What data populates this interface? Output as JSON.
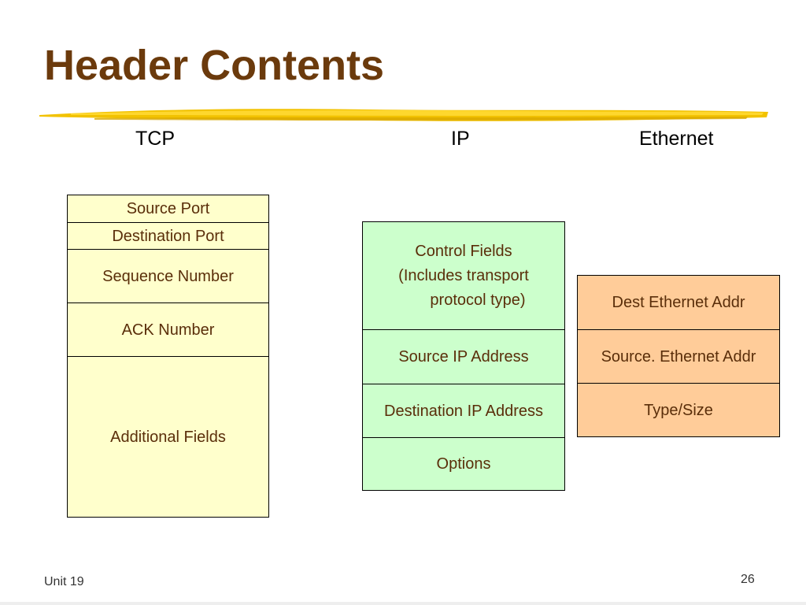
{
  "slide": {
    "title": "Header Contents",
    "footer_left": "Unit 19",
    "page_number": "26",
    "accent_color": "#e8b800",
    "title_color": "#6b3a0c"
  },
  "columns": {
    "tcp": {
      "heading": "TCP",
      "fill": "#ffffcc",
      "fields": [
        "Source Port",
        "Destination Port",
        "Sequence Number",
        "ACK Number",
        "Additional Fields"
      ]
    },
    "ip": {
      "heading": "IP",
      "fill": "#ccffcc",
      "control_line1": "Control Fields",
      "control_line2": "(Includes transport",
      "control_line3": "protocol type)",
      "fields": [
        "Source IP Address",
        "Destination IP Address",
        "Options"
      ]
    },
    "ethernet": {
      "heading": "Ethernet",
      "fill": "#ffcc99",
      "fields": [
        "Dest Ethernet Addr",
        "Source. Ethernet Addr",
        "Type/Size"
      ]
    }
  }
}
